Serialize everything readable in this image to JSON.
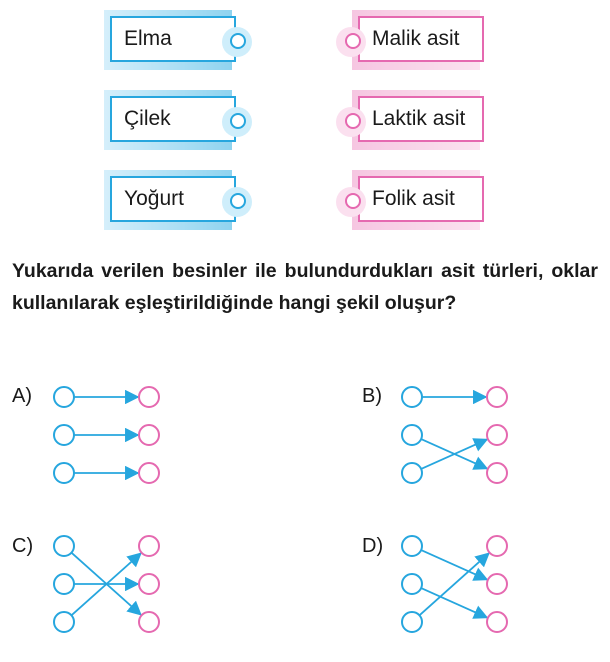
{
  "foods": [
    "Elma",
    "Çilek",
    "Yoğurt"
  ],
  "acids": [
    "Malik asit",
    "Laktik asit",
    "Folik asit"
  ],
  "question": "Yukarıda verilen besinler ile bulundurdukları asit türleri, oklar kullanılarak eşleştirildiğinde hangi şekil oluşur?",
  "options": [
    {
      "label": "A)",
      "pairs": [
        [
          0,
          0
        ],
        [
          1,
          1
        ],
        [
          2,
          2
        ]
      ]
    },
    {
      "label": "B)",
      "pairs": [
        [
          0,
          0
        ],
        [
          1,
          2
        ],
        [
          2,
          1
        ]
      ]
    },
    {
      "label": "C)",
      "pairs": [
        [
          0,
          2
        ],
        [
          1,
          1
        ],
        [
          2,
          0
        ]
      ]
    },
    {
      "label": "D)",
      "pairs": [
        [
          0,
          1
        ],
        [
          1,
          2
        ],
        [
          2,
          0
        ]
      ]
    }
  ],
  "colors": {
    "blue": "#26a6de",
    "pink": "#e569b0"
  }
}
